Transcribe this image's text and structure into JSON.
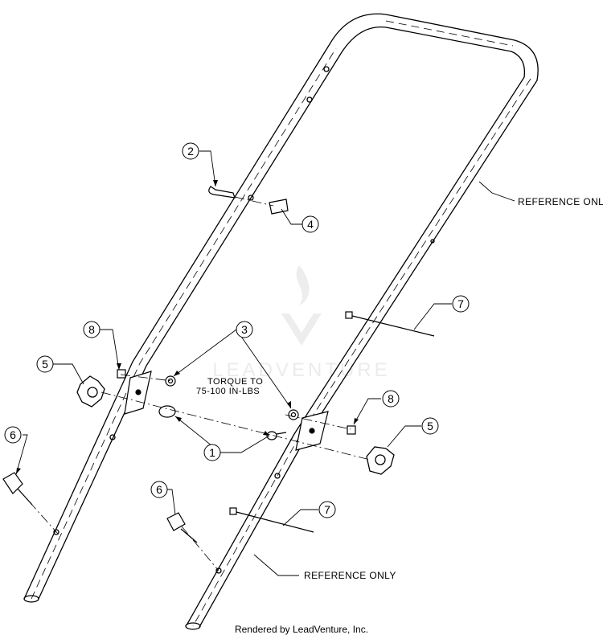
{
  "diagram": {
    "callouts": [
      {
        "id": "c1a",
        "label": "1"
      },
      {
        "id": "c2",
        "label": "2"
      },
      {
        "id": "c3",
        "label": "3"
      },
      {
        "id": "c4",
        "label": "4"
      },
      {
        "id": "c5a",
        "label": "5"
      },
      {
        "id": "c5b",
        "label": "5"
      },
      {
        "id": "c6a",
        "label": "6"
      },
      {
        "id": "c6b",
        "label": "6"
      },
      {
        "id": "c7a",
        "label": "7"
      },
      {
        "id": "c7b",
        "label": "7"
      },
      {
        "id": "c8a",
        "label": "8"
      },
      {
        "id": "c8b",
        "label": "8"
      }
    ],
    "torque_note": {
      "line1": "TORQUE TO",
      "line2": "75-100 IN-LBS"
    },
    "reference_upper": "REFERENCE ONLY",
    "reference_lower": "REFERENCE ONLY",
    "watermark": "LEADVENTURE"
  },
  "footer": {
    "text": "Rendered by LeadVenture, Inc."
  }
}
